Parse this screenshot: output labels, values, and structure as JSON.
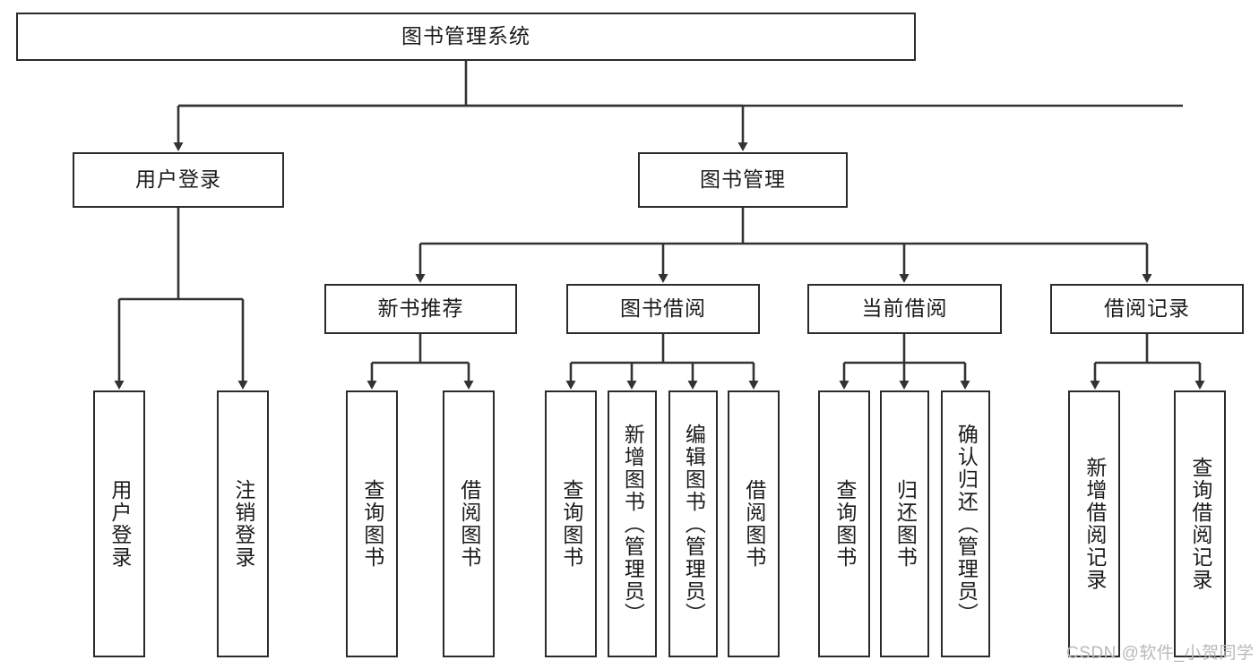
{
  "diagram": {
    "title": "图书管理系统",
    "type": "tree",
    "watermark": "CSDN @软件_小贺同学",
    "colors": {
      "box_border": "#2b2b2b",
      "box_fill": "#ffffff",
      "line": "#333333",
      "text": "#1b1b1b",
      "watermark": "#b9b9b9",
      "background": "#ffffff"
    },
    "nodes": {
      "root": {
        "label": "图书管理系统"
      },
      "level2": [
        {
          "id": "user-login",
          "label": "用户登录"
        },
        {
          "id": "book-manage",
          "label": "图书管理"
        }
      ],
      "level3": [
        {
          "id": "new-book-recommend",
          "label": "新书推荐"
        },
        {
          "id": "book-borrow",
          "label": "图书借阅"
        },
        {
          "id": "current-borrow",
          "label": "当前借阅"
        },
        {
          "id": "borrow-record",
          "label": "借阅记录"
        }
      ],
      "leaves": {
        "user-login": [
          {
            "id": "leaf-user-login",
            "label": "用户登录"
          },
          {
            "id": "leaf-logout-login",
            "label": "注销登录"
          }
        ],
        "new-book-recommend": [
          {
            "id": "leaf-query-book-1",
            "label": "查询图书"
          },
          {
            "id": "leaf-borrow-book-1",
            "label": "借阅图书"
          }
        ],
        "book-borrow": [
          {
            "id": "leaf-query-book-2",
            "label": "查询图书"
          },
          {
            "id": "leaf-add-book",
            "label": "新增图书（管理员）"
          },
          {
            "id": "leaf-edit-book",
            "label": "编辑图书（管理员）"
          },
          {
            "id": "leaf-borrow-book-2",
            "label": "借阅图书"
          }
        ],
        "current-borrow": [
          {
            "id": "leaf-query-book-3",
            "label": "查询图书"
          },
          {
            "id": "leaf-return-book",
            "label": "归还图书"
          },
          {
            "id": "leaf-confirm-return",
            "label": "确认归还（管理员）"
          }
        ],
        "borrow-record": [
          {
            "id": "leaf-add-record",
            "label": "新增借阅记录"
          },
          {
            "id": "leaf-query-record",
            "label": "查询借阅记录"
          }
        ]
      }
    }
  }
}
